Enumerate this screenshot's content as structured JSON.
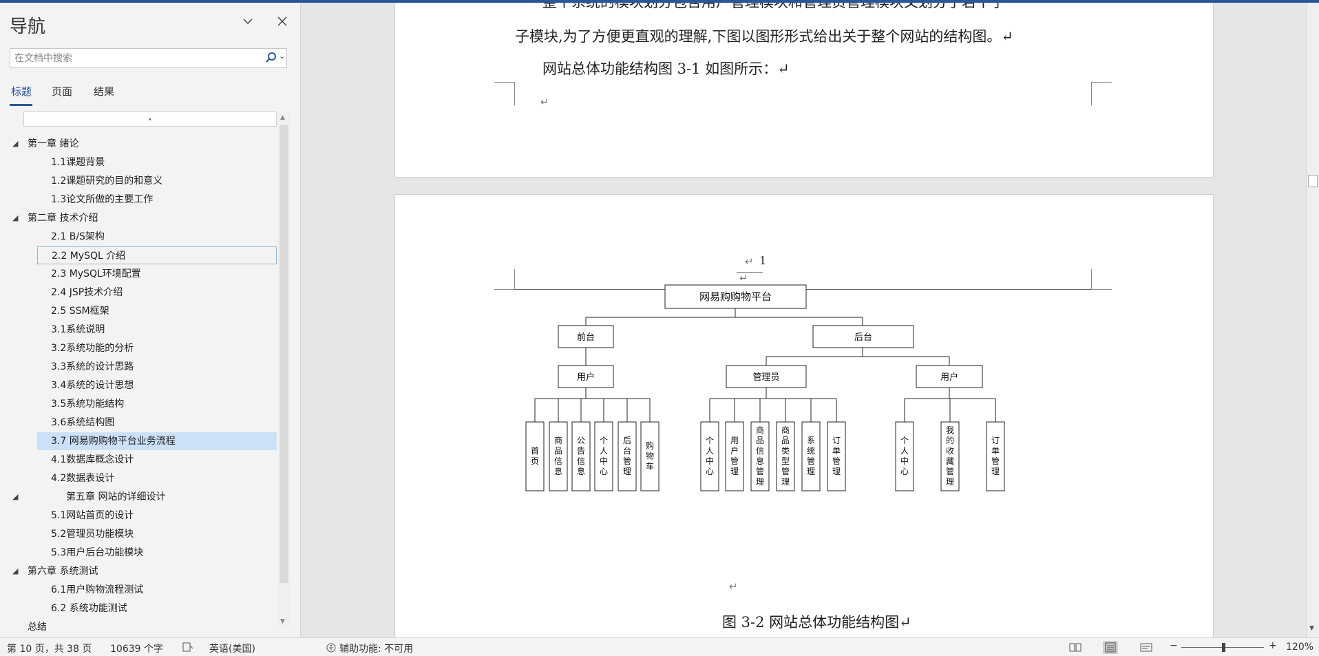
{
  "nav": {
    "title": "导航",
    "search_placeholder": "在文档中搜索",
    "tabs": [
      "标题",
      "页面",
      "结果"
    ],
    "tree_top_icon": "⌅",
    "items": [
      {
        "label": "第一章 绪论",
        "level": 1
      },
      {
        "label": "1.1课题背景",
        "level": 2
      },
      {
        "label": "1.2课题研究的目的和意义",
        "level": 2
      },
      {
        "label": "1.3论文所做的主要工作",
        "level": 2
      },
      {
        "label": "第二章 技术介绍",
        "level": 1
      },
      {
        "label": "2.1 B/S架构",
        "level": 2
      },
      {
        "label": "2.2 MySQL 介绍",
        "level": 2
      },
      {
        "label": "2.3 MySQL环境配置",
        "level": 2
      },
      {
        "label": "2.4  JSP技术介绍",
        "level": 2
      },
      {
        "label": "2.5 SSM框架",
        "level": 2
      },
      {
        "label": "3.1系统说明",
        "level": 2
      },
      {
        "label": "3.2系统功能的分析",
        "level": 2
      },
      {
        "label": "3.3系统的设计思路",
        "level": 2
      },
      {
        "label": "3.4系统的设计思想",
        "level": 2
      },
      {
        "label": "3.5系统功能结构",
        "level": 2
      },
      {
        "label": "3.6系统结构图",
        "level": 2
      },
      {
        "label": "3.7 网易购购物平台业务流程",
        "level": 2
      },
      {
        "label": "4.1数据库概念设计",
        "level": 2
      },
      {
        "label": "4.2数据表设计",
        "level": 2
      },
      {
        "label": "第五章 网站的详细设计",
        "level": 1
      },
      {
        "label": "5.1网站首页的设计",
        "level": 2
      },
      {
        "label": "5.2管理员功能模块",
        "level": 2
      },
      {
        "label": "5.3用户后台功能模块",
        "level": 2
      },
      {
        "label": "第六章 系统测试",
        "level": 1
      },
      {
        "label": "6.1用户购物流程测试",
        "level": 2
      },
      {
        "label": "6.2 系统功能测试",
        "level": 2
      },
      {
        "label": "总结",
        "level": 1
      }
    ]
  },
  "doc": {
    "line_top_partial": "整个系统的模块划分包含用户管理模块和管理员管理模块又划分了若干子",
    "line_2": "子模块,为了方便更直观的理解,下图以图形形式给出关于整个网站的结构图。↵",
    "line_3": "网站总体功能结构图 3-1 如图所示：↵",
    "pilcrow": "↵",
    "page_number": "1",
    "caption": "图 3-2 网站总体功能结构图↵"
  },
  "diagram": {
    "root": "网易购购物平台",
    "front": "前台",
    "back": "后台",
    "front_user": "用户",
    "admin": "管理员",
    "back_user": "用户",
    "front_leaves": [
      "首页",
      "商品信息",
      "公告信息",
      "个人中心",
      "后台管理",
      "购物车"
    ],
    "admin_leaves": [
      "个人中心",
      "用户管理",
      "商品信息管理",
      "商品类型管理",
      "系统管理",
      "订单管理"
    ],
    "user_leaves": [
      "个人中心",
      "我的收藏管理",
      "订单管理"
    ]
  },
  "status": {
    "page": "第 10 页，共 38 页",
    "words": "10639 个字",
    "language": "英语(美国)",
    "accessibility": "辅助功能: 不可用",
    "zoom": "120%",
    "zoom_minus": "−",
    "zoom_plus": "+"
  }
}
